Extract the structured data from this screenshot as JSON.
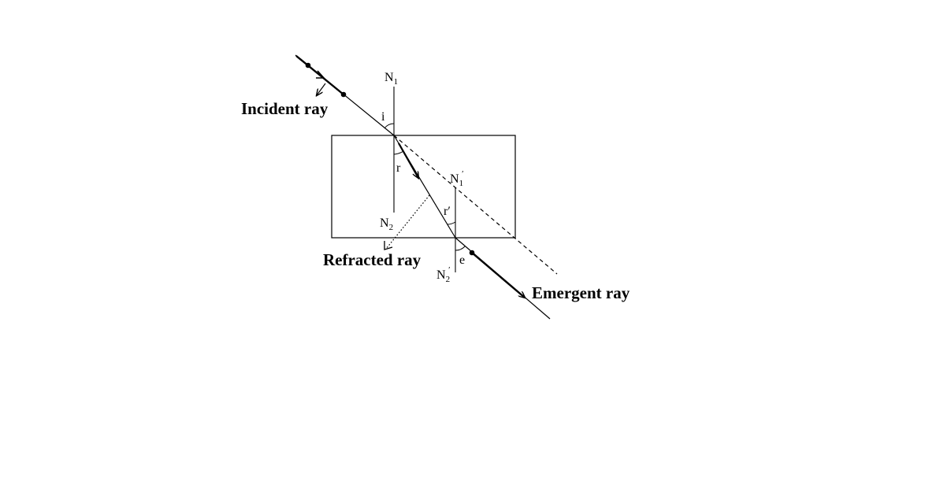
{
  "labels": {
    "incident_ray": "Incident ray",
    "refracted_ray": "Refracted ray",
    "emergent_ray": "Emergent ray",
    "normal_1": "N",
    "normal_1_sub": "1",
    "normal_2": "N",
    "normal_2_sub": "2",
    "normal_1_prime": "N",
    "normal_1_prime_sub": "1",
    "normal_2_prime": "N",
    "normal_2_prime_sub": "2",
    "prime_mark": "′",
    "angle_i": "i",
    "angle_r": "r",
    "angle_r_prime": "r′",
    "angle_e": "e"
  }
}
